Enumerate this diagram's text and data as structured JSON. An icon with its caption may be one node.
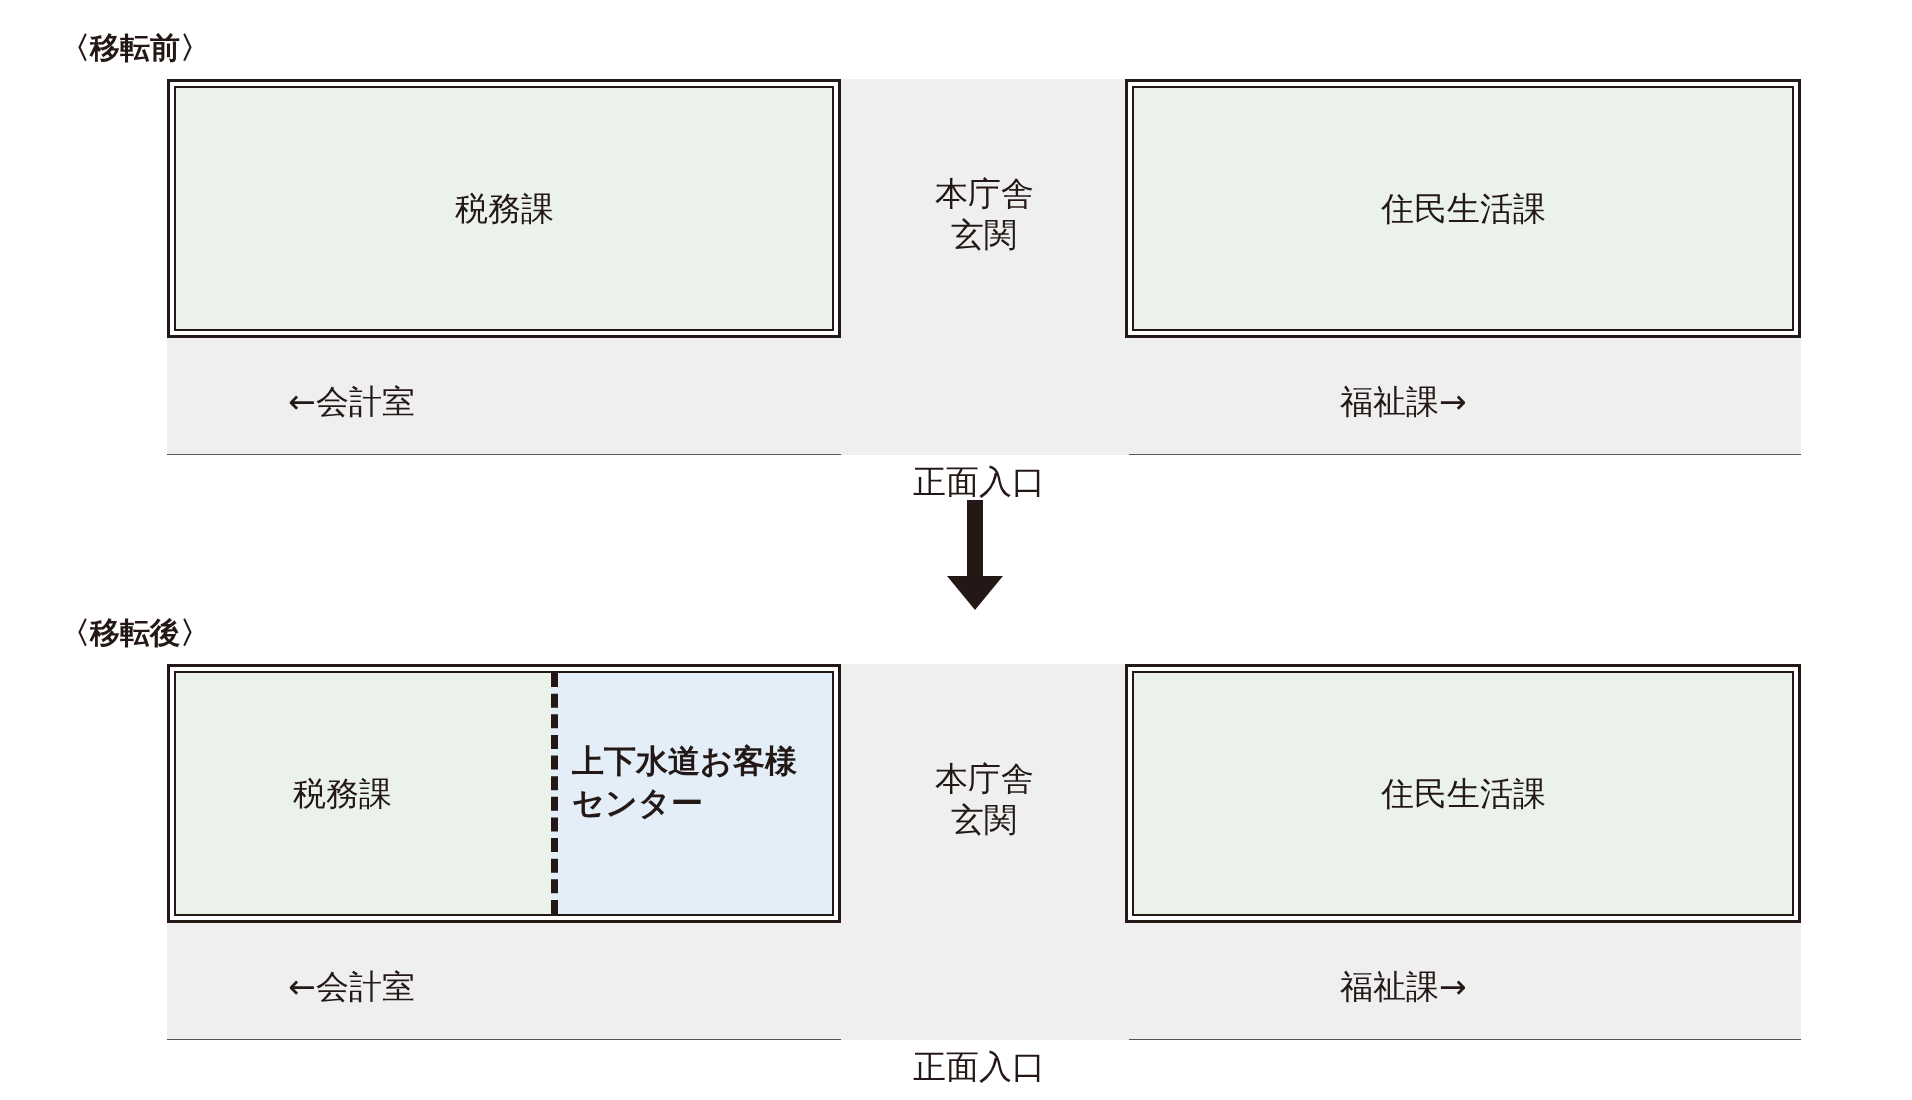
{
  "diagram": {
    "nodes": [
      {
        "text": [
          "〈移転前〉",
          "本庁舎玄関",
          "←会計室",
          "福祉課→",
          "正面入口"
        ]
      },
      {
        "text": [
          "税務課"
        ],
        "in": 0
      },
      {
        "text": [
          "住民生活課"
        ],
        "in": 0
      },
      {
        "text": [
          "〈移転後〉",
          "本庁舎玄関",
          "←会計室",
          "福祉課→",
          "正面入口"
        ]
      },
      {
        "text": [
          "税務課"
        ],
        "in": 3
      },
      {
        "text": [
          "上下水道お客様センター"
        ],
        "in": 4
      },
      {
        "text": [
          "住民生活課"
        ],
        "in": 3
      }
    ],
    "edges": [
      {
        "from": 0,
        "to": 3,
        "arrow": "to"
      }
    ]
  }
}
